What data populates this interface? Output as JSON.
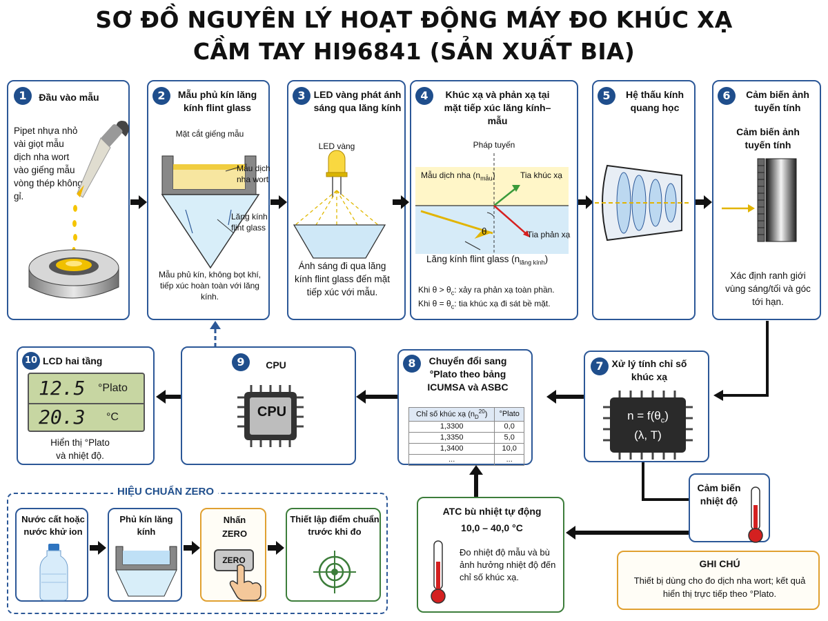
{
  "title_line1": "SƠ ĐỒ NGUYÊN LÝ HOẠT ĐỘNG MÁY ĐO KHÚC XẠ",
  "title_line2": "CẦM TAY HI96841 (SẢN XUẤT BIA)",
  "step1": {
    "num": "1",
    "title": "Đầu vào mẫu",
    "text": "Pipet nhựa nhỏ vài giọt mẫu dịch nha wort vào giếng mẫu vòng thép không gỉ."
  },
  "step2": {
    "num": "2",
    "title": "Mẫu phủ kín lăng kính flint glass",
    "cut_label": "Mặt cắt giếng mẫu",
    "sample_label": "Mẫu dịch nha wort",
    "prism_label": "Lăng kính flint glass",
    "text": "Mẫu phủ kín, không bọt khí, tiếp xúc hoàn toàn với lăng kính."
  },
  "step3": {
    "num": "3",
    "title": "LED vàng phát ánh sáng qua lăng kính",
    "led_label": "LED vàng",
    "text": "Ánh sáng đi qua lăng kính flint glass đến mặt tiếp xúc với mẫu."
  },
  "step4": {
    "num": "4",
    "title": "Khúc xạ và phản xạ tại mặt tiếp xúc lăng kính–mẫu",
    "normal_label": "Pháp tuyến",
    "sample_label": "Mẫu dịch nha (n",
    "sample_sub": "mẫu",
    "refract_label": "Tia khúc xạ",
    "reflect_label": "Tia phản xạ",
    "theta": "θ",
    "prism_label": "Lăng kính flint glass (n",
    "prism_sub": "lăng kính",
    "note1_a": "Khi θ > θ",
    "note1_b": ": xảy ra phản xạ toàn phần.",
    "note2_a": "Khi θ = θ",
    "note2_b": ": tia khúc xạ đi sát bề mặt.",
    "sub_c": "c"
  },
  "step5": {
    "num": "5",
    "title": "Hệ thấu kính quang học"
  },
  "step6": {
    "num": "6",
    "title": "Cảm biến ảnh tuyến tính",
    "sub_title": "Cảm biến ảnh tuyến tính",
    "text": "Xác định ranh giới vùng sáng/tối và góc tới hạn."
  },
  "step7": {
    "num": "7",
    "title": "Xử lý tính chỉ số khúc xạ",
    "formula1": "n = f(θ",
    "formula_sub": "c",
    "formula2": ")",
    "formula3": "(λ, T)"
  },
  "step8": {
    "num": "8",
    "title": "Chuyển đổi sang °Plato theo bảng ICUMSA và ASBC",
    "table": {
      "headers": [
        "Chỉ số khúc xạ (n",
        "°Plato"
      ],
      "header_sub": "D",
      "header_sup": "20",
      "rows": [
        [
          "1,3300",
          "0,0"
        ],
        [
          "1,3350",
          "5,0"
        ],
        [
          "1,3400",
          "10,0"
        ],
        [
          "...",
          "..."
        ]
      ]
    }
  },
  "step9": {
    "num": "9",
    "title": "CPU",
    "chip_label": "CPU"
  },
  "step10": {
    "num": "10",
    "title": "LCD hai tầng",
    "value1": "12.5",
    "unit1": "°Plato",
    "value2": "20.3",
    "unit2": "°C",
    "text": "Hiển thị °Plato và nhiệt độ."
  },
  "temp_sensor": {
    "title": "Cảm biến nhiệt độ"
  },
  "atc": {
    "title": "ATC bù nhiệt tự động",
    "range": "10,0 – 40,0 °C",
    "text": "Đo nhiệt độ mẫu và bù ảnh hưởng nhiệt độ đến chỉ số khúc xạ."
  },
  "zero": {
    "section_title": "HIỆU CHUẨN ZERO",
    "s1": "Nước cất hoặc nước khử ion",
    "s2": "Phủ kín lăng kính",
    "s3_line1": "Nhấn",
    "s3_line2": "ZERO",
    "button": "ZERO",
    "s4": "Thiết lập điểm chuẩn trước khi đo"
  },
  "note": {
    "title": "GHI CHÚ",
    "text": "Thiết bị dùng cho đo dịch nha wort; kết quả hiển thị trực tiếp theo °Plato."
  },
  "colors": {
    "blue": "#2b5797",
    "green": "#3c7d3a",
    "orange": "#e0a030",
    "yellow": "#f5c400"
  }
}
